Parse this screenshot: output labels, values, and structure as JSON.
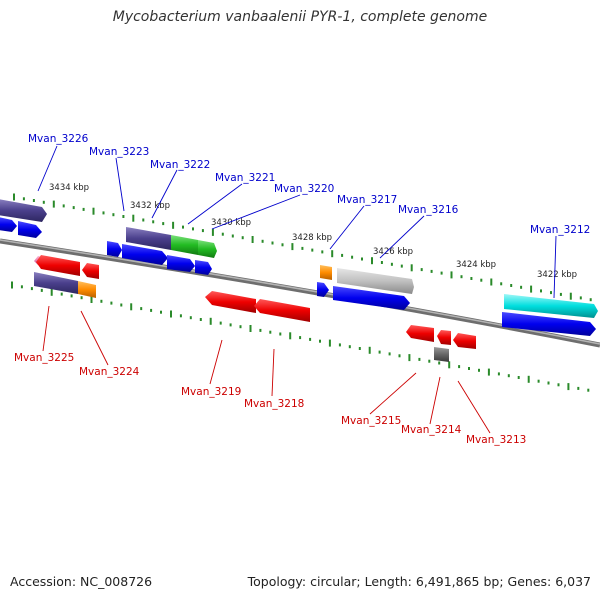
{
  "title": "Mycobacterium vanbaalenii PYR-1, complete genome",
  "footer": {
    "accession": "Accession: NC_008726",
    "summary": "Topology: circular; Length: 6,491,865 bp; Genes: 6,037"
  },
  "colors": {
    "forward_label": "#0000cc",
    "reverse_label": "#cc0000",
    "tick": "#2a8a2a",
    "backbone": "#808080"
  },
  "scale_labels": [
    "3434 kbp",
    "3432 kbp",
    "3430 kbp",
    "3428 kbp",
    "3426 kbp",
    "3424 kbp",
    "3422 kbp"
  ],
  "forward_genes": [
    {
      "label": "Mvan_3226"
    },
    {
      "label": "Mvan_3223"
    },
    {
      "label": "Mvan_3222"
    },
    {
      "label": "Mvan_3221"
    },
    {
      "label": "Mvan_3220"
    },
    {
      "label": "Mvan_3217"
    },
    {
      "label": "Mvan_3216"
    },
    {
      "label": "Mvan_3212"
    }
  ],
  "reverse_genes": [
    {
      "label": "Mvan_3225"
    },
    {
      "label": "Mvan_3224"
    },
    {
      "label": "Mvan_3219"
    },
    {
      "label": "Mvan_3218"
    },
    {
      "label": "Mvan_3215"
    },
    {
      "label": "Mvan_3214"
    },
    {
      "label": "Mvan_3213"
    }
  ]
}
